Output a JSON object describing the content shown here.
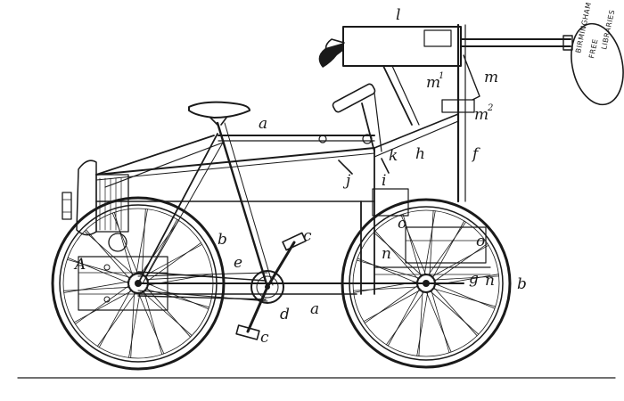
{
  "labels": {
    "l": "l",
    "m": "m",
    "m1": "m",
    "m1_sup": "1",
    "m2": "m",
    "m2_sup": "2",
    "a_top": "a",
    "a_bottom": "a",
    "h": "h",
    "f": "f",
    "k": "k",
    "j": "j",
    "i": "i",
    "b_rear": "b",
    "b_front": "b",
    "e": "e",
    "c_top": "c",
    "c_bottom": "c",
    "d": "d",
    "o_top": "o",
    "o_right": "o",
    "n_left": "n",
    "n_right": "n",
    "g": "g",
    "A": "A"
  },
  "stamp": {
    "line1": "BIRMINGHAM",
    "line2": "FREE",
    "line3": "LIBRARIES"
  }
}
